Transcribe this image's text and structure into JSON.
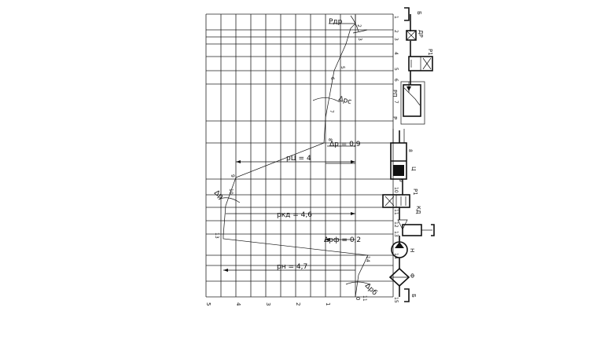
{
  "pressure_axis": {
    "ticks": [
      "5",
      "4",
      "3",
      "2",
      "1",
      "0"
    ]
  },
  "section_numbers": {
    "top_row": [
      "1",
      "2",
      "3",
      "4"
    ],
    "right_column": [
      "1",
      "2",
      "3",
      "4",
      "5",
      "6",
      "7",
      "8",
      "9",
      "10",
      "11",
      "12",
      "13",
      "14",
      "15"
    ],
    "curve_points": [
      "2",
      "3",
      "5",
      "6",
      "7",
      "8",
      "9",
      "10",
      "13",
      "14",
      "11"
    ]
  },
  "annotations": {
    "p_dr": "Рдр",
    "delta_p_c": "Δрс",
    "delta_p_ts": "Δр = 0,9",
    "p_ts": "рЦ = 4",
    "delta_p_kd": "Δр",
    "p_kd": "ркд = 4,6",
    "delta_p_f": "Δрф = 0,2",
    "p_n": "рн = 4,7",
    "delta_p_b": "Δрб"
  },
  "components": {
    "tank_top": "Б",
    "throttle": "ДР",
    "dist_p1_top": "Р1",
    "pressure_valve": "РП",
    "p_label": "Р",
    "cylinder": "Ц",
    "dist_p1_mid": "Р1",
    "check_valve": "КД",
    "pump": "Н",
    "filter": "Ф",
    "tank_bottom": "Б"
  },
  "colors": {
    "ink": "#111111",
    "paper": "#ffffff"
  }
}
